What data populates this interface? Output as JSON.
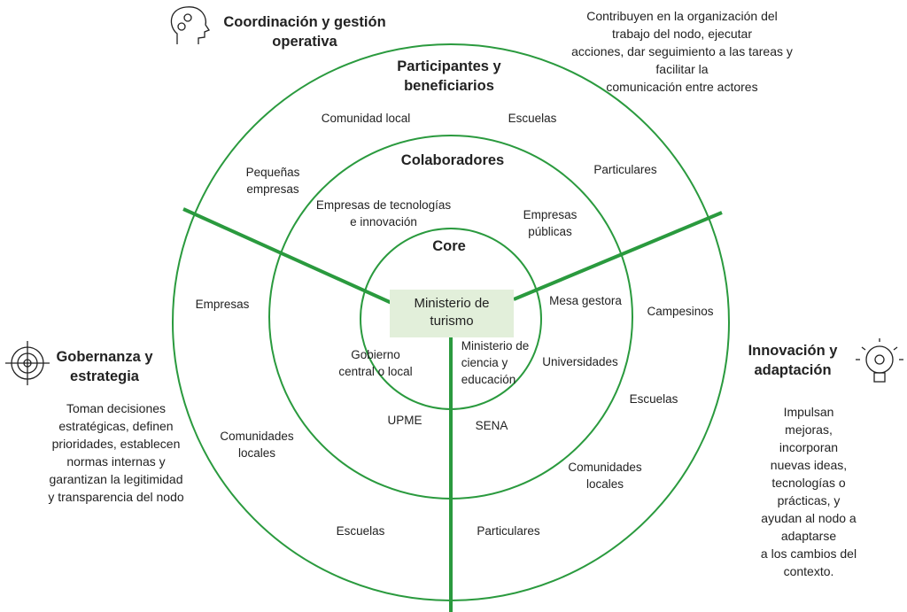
{
  "sections": {
    "coordination": {
      "title": "Coordinación y gestión\noperativa",
      "description": "Contribuyen en la organización del trabajo del nodo, ejecutar\nacciones, dar seguimiento a las tareas y facilitar la\ncomunicación entre actores",
      "icon": "head-gears-icon"
    },
    "governance": {
      "title": "Gobernanza y\nestrategia",
      "description": "Toman decisiones\nestratégicas, definen\nprioridades, establecen\nnormas internas y\ngarantizan la legitimidad\ny transparencia del nodo",
      "icon": "target-icon"
    },
    "innovation": {
      "title": "Innovación y\nadaptación",
      "description": "Impulsan mejoras,\nincorporan nuevas ideas,\ntecnologías o prácticas, y\nayudan al nodo a adaptarse\na los cambios del contexto.",
      "icon": "lightbulb-gear-icon"
    }
  },
  "rings": {
    "outer": "Participantes y\nbeneficiarios",
    "middle": "Colaboradores",
    "core": "Core"
  },
  "center": "Ministerio de\nturismo",
  "actors": {
    "o1": "Comunidad local",
    "o2": "Escuelas",
    "o3": "Pequeñas\nempresas",
    "o4": "Particulares",
    "o5": "Empresas",
    "o6": "Campesinos",
    "o7": "Escuelas",
    "o8": "Comunidades\nlocales",
    "o9": "Comunidades\nlocales",
    "o10": "Escuelas",
    "o11": "Particulares",
    "m1": "Empresas de tecnologías\ne innovación",
    "m2": "Empresas\npúblicas",
    "m3": "Mesa gestora",
    "m4": "Universidades",
    "m5": "UPME",
    "m6": "SENA",
    "c1": "Gobierno\ncentral o local",
    "c2": "Ministerio de\nciencia y\neducación"
  },
  "colors": {
    "line": "#2a9a3e",
    "box": "#e2efda"
  }
}
